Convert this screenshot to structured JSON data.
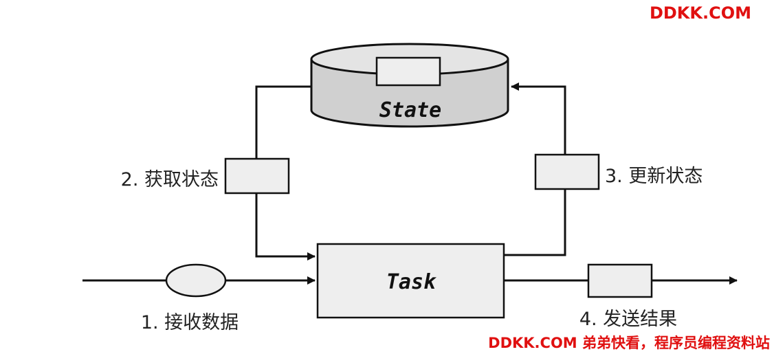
{
  "watermark": {
    "top": "DDKK.COM",
    "bottom": "DDKK.COM 弟弟快看，程序员编程资料站",
    "color": "#e01010"
  },
  "nodes": {
    "state": {
      "title": "State"
    },
    "task": {
      "title": "Task"
    }
  },
  "steps": {
    "receive": "1. 接收数据",
    "get_state": "2. 获取状态",
    "update_state": "3. 更新状态",
    "send_result": "4. 发送结果"
  },
  "colors": {
    "line": "#111111",
    "box_fill": "#eeeeee",
    "cylinder_fill": "#d0d0d0"
  }
}
